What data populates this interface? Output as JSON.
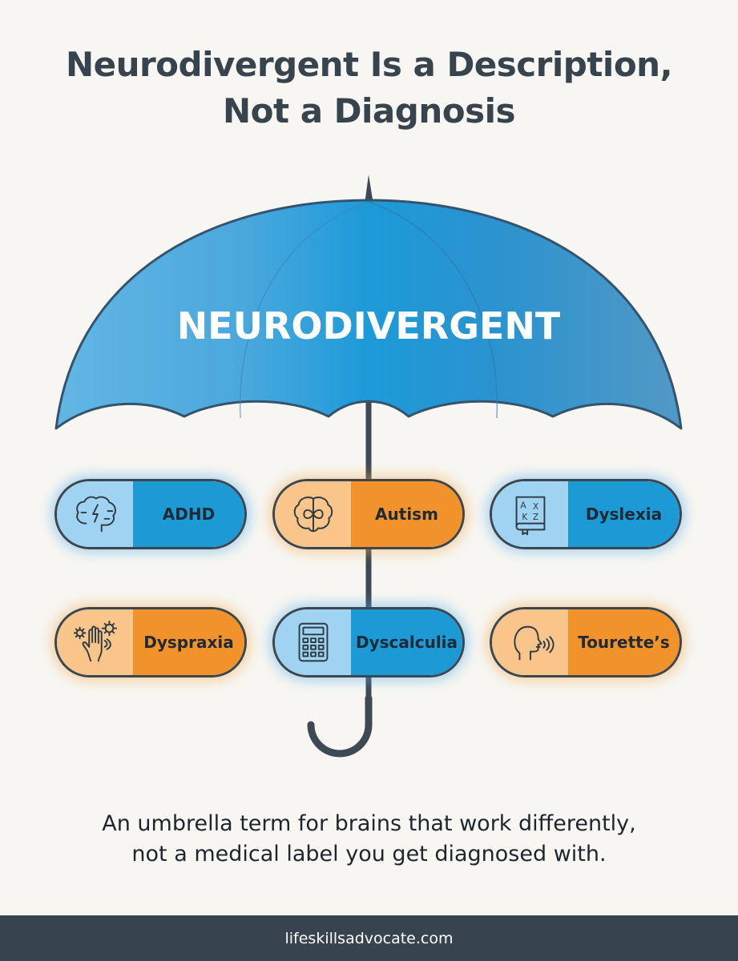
{
  "title": {
    "line1": "Neurodivergent Is a Description,",
    "line2": "Not a Diagnosis"
  },
  "umbrella": {
    "label": "NEURODIVERGENT",
    "canopy_colors": [
      "#5fb4e2",
      "#1f9bd9",
      "#4a99c9"
    ],
    "handle_color": "#3d4a55"
  },
  "conditions": [
    {
      "label": "ADHD",
      "color": "blue",
      "icon": "brain-lightning-icon"
    },
    {
      "label": "Autism",
      "color": "orange",
      "icon": "brain-infinity-icon"
    },
    {
      "label": "Dyslexia",
      "color": "blue",
      "icon": "letter-book-icon"
    },
    {
      "label": "Dyspraxia",
      "color": "orange",
      "icon": "hand-gears-icon"
    },
    {
      "label": "Dyscalculia",
      "color": "blue",
      "icon": "calculator-icon"
    },
    {
      "label": "Tourette’s",
      "color": "orange",
      "icon": "head-sound-icon"
    }
  ],
  "icon_text": {
    "dyslexia": [
      "A",
      "X",
      "K",
      "Z"
    ]
  },
  "tagline": {
    "line1": "An umbrella term for brains that work differently,",
    "line2": "not a medical label you get diagnosed with."
  },
  "footer": {
    "url": "lifeskillsadvocate.com"
  }
}
